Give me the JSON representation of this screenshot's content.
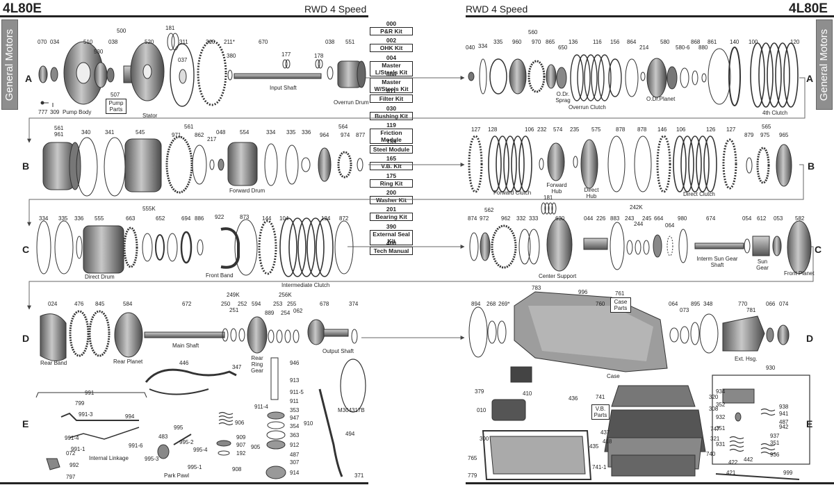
{
  "header": {
    "left_title": "4L80E",
    "left_subtitle": "RWD 4 Speed",
    "right_subtitle": "RWD 4 Speed",
    "right_title": "4L80E",
    "side_label": "General Motors"
  },
  "row_letters": [
    "A",
    "B",
    "C",
    "D",
    "E"
  ],
  "kits": [
    {
      "num": "000",
      "label": "P&R Kit"
    },
    {
      "num": "002",
      "label": "OHK Kit"
    },
    {
      "num": "004",
      "label": "Master L/Steels Kit"
    },
    {
      "num": "006",
      "label": "Master W/Steels Kit"
    },
    {
      "num": "011",
      "label": "Filter Kit"
    },
    {
      "num": "030",
      "label": "Bushing Kit"
    },
    {
      "num": "119",
      "label": "Friction Module"
    },
    {
      "num": "139",
      "label": "Steel Module"
    },
    {
      "num": "165",
      "label": "V.B. Kit"
    },
    {
      "num": "175",
      "label": "Ring Kit"
    },
    {
      "num": "200",
      "label": "Washer Kit"
    },
    {
      "num": "201",
      "label": "Bearing Kit"
    },
    {
      "num": "390",
      "label": "External Seal Kit"
    },
    {
      "num": "400",
      "label": "Tech Manual"
    }
  ],
  "row_a_left": {
    "parts": [
      "070",
      "034",
      "500",
      "510",
      "530",
      "038",
      "520",
      "181",
      "311",
      "037",
      "310",
      "211*",
      "380",
      "670",
      "177",
      "178",
      "038",
      "551",
      "777",
      "309"
    ],
    "captions": [
      "Pump Body",
      "Stator",
      "Input Shaft",
      "Overrun Drum"
    ],
    "box": "Pump Parts",
    "box_num": "507"
  },
  "row_a_right": {
    "parts": [
      "040",
      "334",
      "335",
      "560",
      "960",
      "970",
      "865",
      "136",
      "650",
      "116",
      "156",
      "864",
      "214",
      "580",
      "580-6",
      "868",
      "880",
      "861",
      "140",
      "100",
      "120"
    ],
    "captions": [
      "O.Dr. Sprag",
      "Overrun Clutch",
      "O.Dr.Planet",
      "4th Clutch"
    ]
  },
  "row_b_left": {
    "parts": [
      "561",
      "961",
      "340",
      "341",
      "545",
      "561",
      "971",
      "862",
      "217",
      "048",
      "554",
      "334",
      "335",
      "336",
      "564",
      "964",
      "974",
      "877"
    ],
    "captions": [
      "Forward Drum"
    ]
  },
  "row_b_right": {
    "parts": [
      "127",
      "128",
      "106",
      "232",
      "574",
      "235",
      "575",
      "878",
      "878",
      "146",
      "106",
      "126",
      "127",
      "565",
      "879",
      "975",
      "965"
    ],
    "captions": [
      "Forward Clutch",
      "Forward Hub",
      "Direct Hub",
      "Direct Clutch"
    ]
  },
  "row_c_left": {
    "parts": [
      "334",
      "335",
      "336",
      "555K",
      "555",
      "663",
      "652",
      "694",
      "886",
      "922",
      "873",
      "144",
      "104",
      "124",
      "872"
    ],
    "captions": [
      "Direct Drum",
      "Front Band",
      "Intermediate Clutch"
    ]
  },
  "row_c_right": {
    "parts": [
      "562",
      "874",
      "972",
      "962",
      "332",
      "333",
      "181",
      "630",
      "044",
      "226",
      "242K",
      "883",
      "243",
      "244",
      "245",
      "664",
      "064",
      "980",
      "674",
      "054",
      "612",
      "053",
      "582"
    ],
    "captions": [
      "Center Support",
      "Interm Sun Gear Shaft",
      "Sun Gear",
      "Front Planet"
    ]
  },
  "row_d_left": {
    "parts": [
      "024",
      "476",
      "845",
      "584",
      "672",
      "249K",
      "250",
      "251",
      "252",
      "594",
      "256K",
      "889",
      "253",
      "254",
      "255",
      "062",
      "678",
      "374"
    ],
    "captions": [
      "Rear Band",
      "Rear Planet",
      "Main Shaft",
      "Rear Ring Gear",
      "Output Shaft"
    ]
  },
  "row_d_right": {
    "parts": [
      "783",
      "996",
      "761",
      "760",
      "894",
      "268",
      "269*",
      "064",
      "073",
      "895",
      "348",
      "770",
      "781",
      "066",
      "074"
    ],
    "captions": [
      "Case",
      "Ext. Hsg."
    ],
    "box": "Case Parts"
  },
  "row_e_left": {
    "parts": [
      "446",
      "347",
      "946",
      "913",
      "911-5",
      "911",
      "911-4",
      "353",
      "947",
      "354",
      "363",
      "912",
      "487",
      "307",
      "914",
      "910",
      "905",
      "906",
      "909",
      "907",
      "192",
      "908",
      "991",
      "799",
      "991-3",
      "994",
      "991-4",
      "991-6",
      "072",
      "991-1",
      "992",
      "797",
      "995",
      "483",
      "995-2",
      "995-4",
      "995-3",
      "995-1",
      "494",
      "371"
    ],
    "captions": [
      "Internal Linkage",
      "Park Pawl"
    ],
    "part_label": "M304317B"
  },
  "row_e_right": {
    "parts": [
      "379",
      "410",
      "436",
      "741",
      "010",
      "320",
      "308",
      "437",
      "747",
      "300",
      "418",
      "321",
      "765",
      "435",
      "740",
      "422",
      "779",
      "741-1",
      "421",
      "442",
      "930",
      "934",
      "352",
      "938",
      "932",
      "941",
      "942",
      "487",
      "351",
      "937",
      "351",
      "931",
      "936",
      "999"
    ],
    "box": "V.B. Parts"
  },
  "colors": {
    "ink": "#222222",
    "tab": "#8e8e8e",
    "metal": "#9a9a9a",
    "metal_dark": "#555555"
  }
}
